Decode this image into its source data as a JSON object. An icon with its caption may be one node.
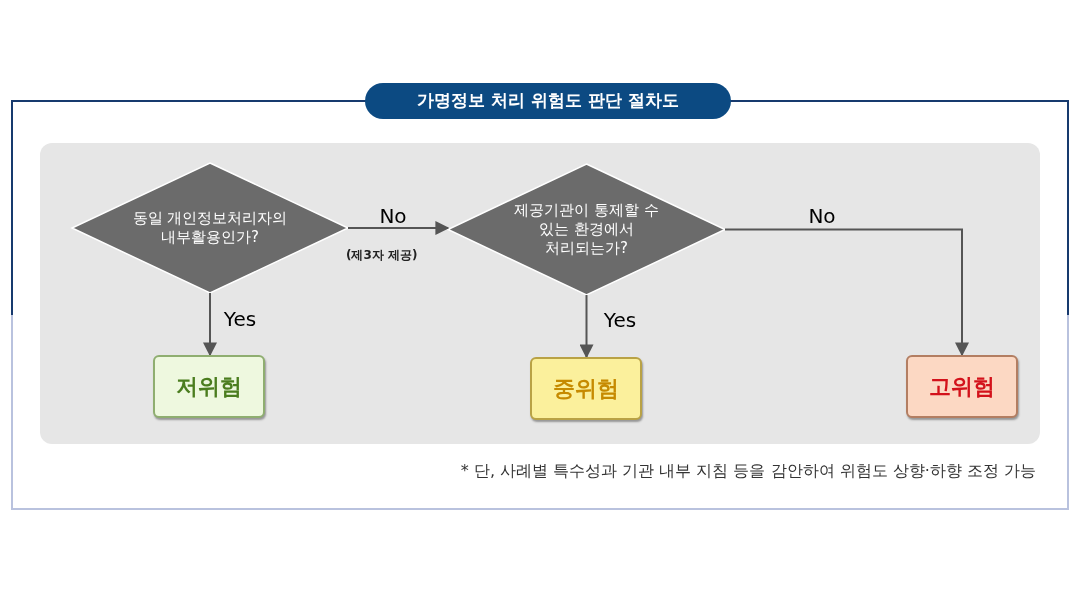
{
  "diagram": {
    "title": "가명정보 처리 위험도 판단 절차도",
    "nodes": [
      {
        "text": [
          "동일 개인정보처리자의 내부활용인가?"
        ]
      },
      {
        "text": [
          "제공기관이 통제할 수 있는 환경에서 처리되는가?"
        ]
      },
      {
        "text": [
          "저위험"
        ]
      },
      {
        "text": [
          "중위험"
        ]
      },
      {
        "text": [
          "고위험"
        ]
      }
    ],
    "edges": [
      {
        "from": 0,
        "to": 1,
        "arrow": "to",
        "label": "No"
      },
      {
        "from": 0,
        "to": 2,
        "arrow": "to",
        "label": "Yes"
      },
      {
        "from": 1,
        "to": 3,
        "arrow": "to",
        "label": "Yes"
      },
      {
        "from": 1,
        "to": 4,
        "arrow": "to",
        "label": "No"
      }
    ],
    "labels": [
      "(제3자 제공)",
      "* 단, 사례별 특수성과 기관 내부 지침 등을 감안하여 위험도 상향·하향 조정 가능"
    ]
  }
}
